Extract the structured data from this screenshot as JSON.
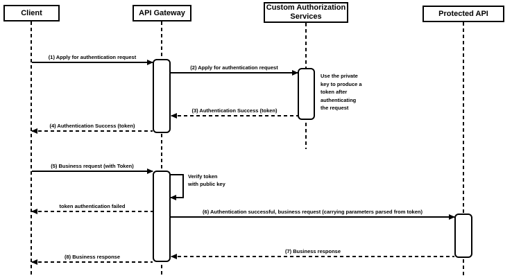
{
  "diagram_type": "uml-sequence-diagram",
  "colors": {
    "line": "#000000",
    "background": "#ffffff",
    "shape_fill": "#ffffff",
    "text": "#000000"
  },
  "participants": [
    {
      "label": "Client"
    },
    {
      "label": "API Gateway"
    },
    {
      "label": "Custom Authorization\nServices"
    },
    {
      "label": "Protected API"
    }
  ],
  "messages": [
    {
      "label": "(1) Apply for authentication request",
      "from": "Client",
      "to": "API Gateway",
      "line": "solid"
    },
    {
      "label": "(2) Apply for authentication request",
      "from": "API Gateway",
      "to": "Custom Authorization Services",
      "line": "solid"
    },
    {
      "label": "(3) Authentication Success (token)",
      "from": "Custom Authorization Services",
      "to": "API Gateway",
      "line": "dashed"
    },
    {
      "label": "(4) Authentication Success (token)",
      "from": "API Gateway",
      "to": "Client",
      "line": "dashed"
    },
    {
      "label": "(5) Business request (with Token)",
      "from": "Client",
      "to": "API Gateway",
      "line": "solid"
    },
    {
      "label": "token authentication failed",
      "from": "API Gateway",
      "to": "Client",
      "line": "dashed"
    },
    {
      "label": "(6) Authentication successful, business request (carrying parameters parsed from token)",
      "from": "API Gateway",
      "to": "Protected API",
      "line": "solid"
    },
    {
      "label": "(7) Business response",
      "from": "Protected API",
      "to": "API Gateway",
      "line": "dashed"
    },
    {
      "label": "(8) Business response",
      "from": "API Gateway",
      "to": "Client",
      "line": "dashed"
    }
  ],
  "self_message": {
    "label": "Verify token\nwith public key",
    "on": "API Gateway"
  },
  "note": {
    "label": "Use the private\nkey to produce a\ntoken after\nauthenticating\nthe request",
    "near": "Custom Authorization Services"
  }
}
